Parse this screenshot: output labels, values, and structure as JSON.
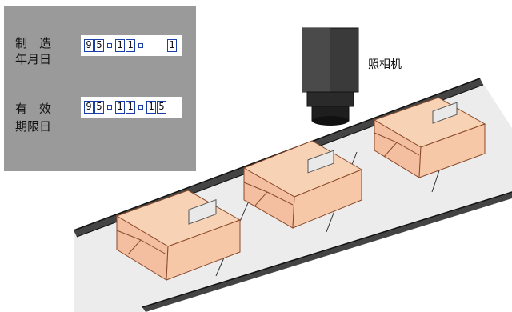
{
  "panel": {
    "manufacture_label_1": "制　造",
    "manufacture_label_2": "年月日",
    "manufacture_code": [
      "9",
      "5",
      "·",
      "1",
      "1",
      "·",
      " ",
      "1"
    ],
    "expiry_label_1": "有　效",
    "expiry_label_2": "期限日",
    "expiry_code": [
      "9",
      "5",
      "·",
      "1",
      "1",
      "·",
      "1",
      "5"
    ]
  },
  "camera": {
    "label": "照相机"
  },
  "colors": {
    "panel": "#9a9a9a",
    "box": "#f6c8a8",
    "box_edge": "#8a4a2a",
    "belt": "#f2f2f2",
    "belt_edge": "#222222",
    "camera": "#333333",
    "digit_border": "#1a3fa8"
  }
}
